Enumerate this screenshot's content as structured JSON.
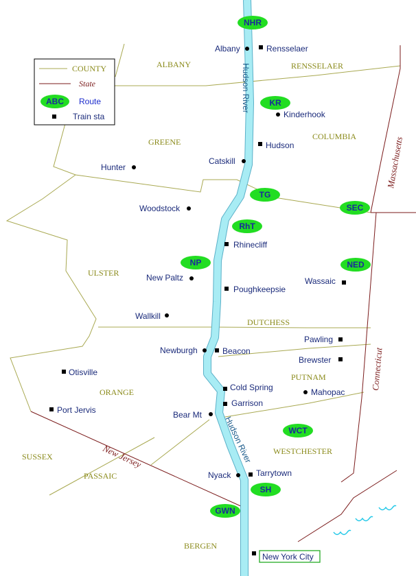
{
  "colors": {
    "county_line": "#a8a850",
    "state_line": "#7a1a1a",
    "river": "#a8ecf4",
    "river_edge": "#5ab0c8",
    "route_fill": "#22dd22",
    "place_text": "#1a2a7a",
    "county_text": "#8a8a1a",
    "water_waves": "#22c8e8",
    "nyc_box": "#22aa22"
  },
  "legend": {
    "county": "COUNTY",
    "state": "State",
    "route_badge": "ABC",
    "route": "Route",
    "train": "Train sta"
  },
  "river_labels": [
    "Hudson River",
    "Hudson River"
  ],
  "counties": [
    "ALBANY",
    "RENSSELAER",
    "GREENE",
    "COLUMBIA",
    "ULSTER",
    "DUTCHESS",
    "ORANGE",
    "PUTNAM",
    "WESTCHESTER",
    "SUSSEX",
    "PASSAIC",
    "BERGEN"
  ],
  "states": [
    "Massachusetts",
    "Connecticut",
    "New Jersey"
  ],
  "routes": [
    "NHR",
    "KR",
    "TG",
    "SEC",
    "RhT",
    "NP",
    "NED",
    "WCT",
    "SH",
    "GWN"
  ],
  "places": [
    {
      "name": "Albany",
      "marker": "town"
    },
    {
      "name": "Rensselaer",
      "marker": "station"
    },
    {
      "name": "Kinderhook",
      "marker": "town"
    },
    {
      "name": "Hudson",
      "marker": "station"
    },
    {
      "name": "Catskill",
      "marker": "town"
    },
    {
      "name": "Hunter",
      "marker": "town"
    },
    {
      "name": "Woodstock",
      "marker": "town"
    },
    {
      "name": "Rhinecliff",
      "marker": "station"
    },
    {
      "name": "New Paltz",
      "marker": "town"
    },
    {
      "name": "Wassaic",
      "marker": "station"
    },
    {
      "name": "Poughkeepsie",
      "marker": "station"
    },
    {
      "name": "Wallkill",
      "marker": "town"
    },
    {
      "name": "Pawling",
      "marker": "station"
    },
    {
      "name": "Newburgh",
      "marker": "town"
    },
    {
      "name": "Beacon",
      "marker": "station"
    },
    {
      "name": "Brewster",
      "marker": "station"
    },
    {
      "name": "Otisville",
      "marker": "station"
    },
    {
      "name": "Cold Spring",
      "marker": "station"
    },
    {
      "name": "Mahopac",
      "marker": "town"
    },
    {
      "name": "Garrison",
      "marker": "station"
    },
    {
      "name": "Port Jervis",
      "marker": "station"
    },
    {
      "name": "Bear Mt",
      "marker": "town"
    },
    {
      "name": "Tarrytown",
      "marker": "station"
    },
    {
      "name": "Nyack",
      "marker": "town"
    },
    {
      "name": "New York City",
      "marker": "station"
    }
  ]
}
